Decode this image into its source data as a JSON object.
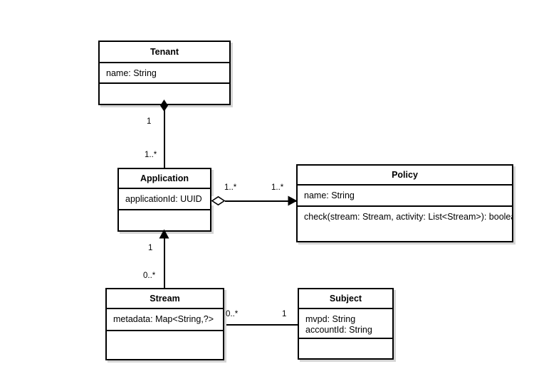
{
  "diagram": {
    "kind": "uml-class-diagram",
    "background_color": "#ffffff",
    "line_color": "#000000",
    "shadow_color": "#d5d5d5",
    "classes": [
      {
        "id": "tenant",
        "name": "Tenant",
        "attributes": [
          "name: String"
        ],
        "operations": []
      },
      {
        "id": "application",
        "name": "Application",
        "attributes": [
          "applicationId: UUID"
        ],
        "operations": []
      },
      {
        "id": "policy",
        "name": "Policy",
        "attributes": [
          "name: String"
        ],
        "operations": [
          "check(stream: Stream, activity: List<Stream>): boolean"
        ]
      },
      {
        "id": "stream",
        "name": "Stream",
        "attributes": [
          "metadata: Map<String,?>"
        ],
        "operations": []
      },
      {
        "id": "subject",
        "name": "Subject",
        "attributes": [
          "mvpd: String",
          "accountId: String"
        ],
        "operations": []
      }
    ],
    "relationships": [
      {
        "id": "tenant-application",
        "from": "Tenant",
        "to": "Application",
        "type": "composition",
        "source_multiplicity": "1",
        "target_multiplicity": "1..*"
      },
      {
        "id": "application-policy",
        "from": "Application",
        "to": "Policy",
        "type": "aggregation-directed",
        "source_multiplicity": "1..*",
        "target_multiplicity": "1..*"
      },
      {
        "id": "stream-application",
        "from": "Stream",
        "to": "Application",
        "type": "association-directed",
        "source_multiplicity": "0..*",
        "target_multiplicity": "1"
      },
      {
        "id": "stream-subject",
        "from": "Stream",
        "to": "Subject",
        "type": "association",
        "source_multiplicity": "0..*",
        "target_multiplicity": "1"
      }
    ]
  }
}
